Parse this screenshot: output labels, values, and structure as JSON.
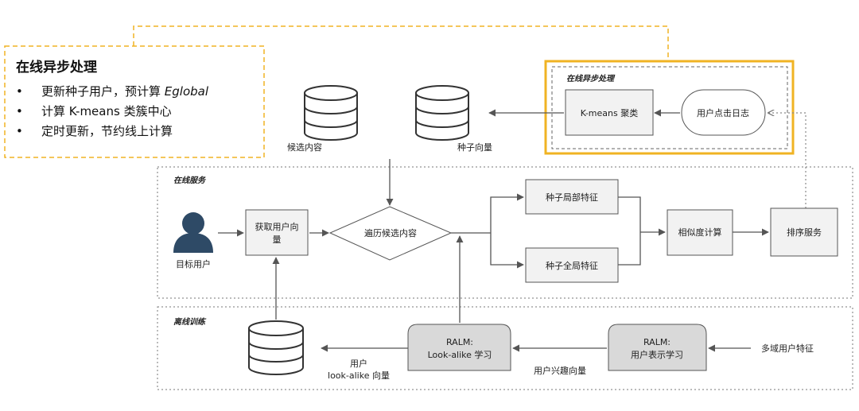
{
  "note": {
    "title": "在线异步处理",
    "items": [
      {
        "text": "更新种子用户，预计算 ",
        "emph": "Eglobal"
      },
      {
        "text": "计算 K-means 类簇中心"
      },
      {
        "text": "定时更新，节约线上计算"
      }
    ]
  },
  "sections": {
    "async": "在线异步处理",
    "online": "在线服务",
    "offline": "离线训练"
  },
  "nodes": {
    "kmeans": "K-means 聚类",
    "click_log": "用户点击日志",
    "candidate_db": "候选内容",
    "seed_db": "种子向量",
    "target_user": "目标用户",
    "get_vec": [
      "获取用户向",
      "量"
    ],
    "traverse": "遍历候选内容",
    "seed_local": "种子局部特征",
    "seed_global": "种子全局特征",
    "similarity": "相似度计算",
    "rank": "排序服务",
    "user_db": [
      "用户",
      "look-alike 向量"
    ],
    "ralm_lookalike": [
      "RALM:",
      "Look-alike 学习"
    ],
    "ralm_repr": [
      "RALM:",
      "用户表示学习"
    ],
    "multi_feat": "多域用户特征",
    "interest_vec": "用户兴趣向量"
  },
  "colors": {
    "accent": "#f0b323",
    "box_fill": "#f2f2f2",
    "ralm_fill": "#d9d9d9",
    "person": "#2e4a66",
    "line": "#555555"
  }
}
